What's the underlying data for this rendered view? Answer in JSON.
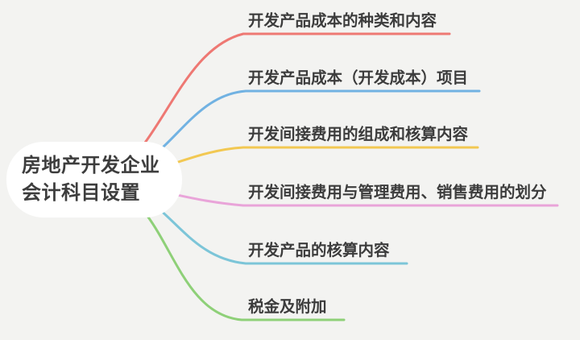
{
  "canvas": {
    "background": "#f3f3f1"
  },
  "root": {
    "title_lines": [
      "房地产开发企业",
      "会计科目设置"
    ],
    "background": "#ffffff",
    "text_color": "#3d3d3d"
  },
  "branches": [
    {
      "label": "开发产品成本的种类和内容",
      "color": "#EE7873"
    },
    {
      "label": "开发产品成本（开发成本）项目",
      "color": "#71B2E2"
    },
    {
      "label": "开发间接费用的组成和核算内容",
      "color": "#F2C852"
    },
    {
      "label": "开发间接费用与管理费用、销售费用的划分",
      "color": "#E9A4D9"
    },
    {
      "label": "开发产品的核算内容",
      "color": "#7CC5D8"
    },
    {
      "label": "税金及附加",
      "color": "#8ED078"
    }
  ]
}
